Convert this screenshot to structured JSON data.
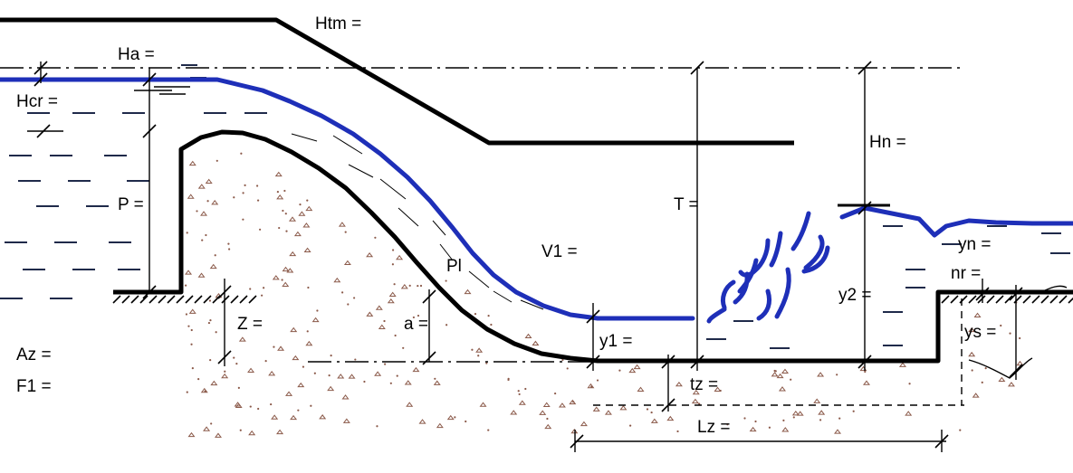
{
  "labels": {
    "htm": "Htm =",
    "ha": "Ha =",
    "hcr": "Hcr =",
    "p": "P =",
    "pl": "Pl",
    "v1": "V1 =",
    "t": "T =",
    "hn": "Hn =",
    "yn": "yn =",
    "nr": "nr =",
    "y2": "y2 =",
    "ys": "ys =",
    "z": "Z =",
    "a": "a =",
    "y1": "y1 =",
    "tz": "tz =",
    "lz": "Lz =",
    "az": "Az =",
    "f1": "F1 ="
  },
  "colors": {
    "water": "#1e2fb8",
    "structure": "#000000",
    "soil_dots": "#8b5a4a"
  }
}
